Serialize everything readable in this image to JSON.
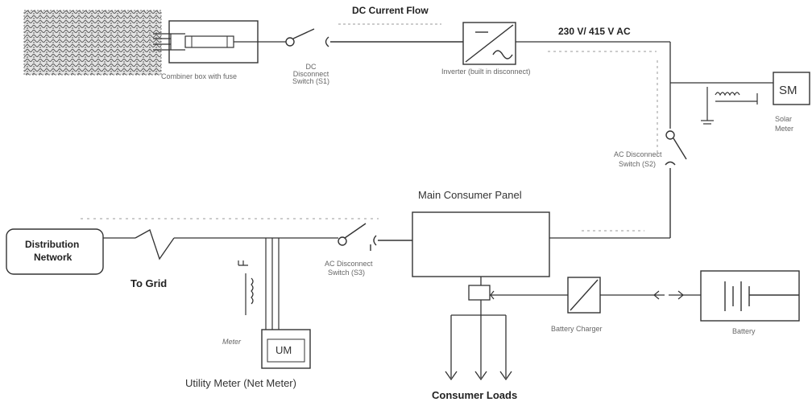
{
  "labels": {
    "dc_flow": "DC Current Flow",
    "ac_voltage": "230 V/ 415 V AC",
    "combiner_box": "Combiner box with fuse",
    "dc_disconnect": "DC Disconnect Switch (S1)",
    "inverter": "Inverter (built in disconnect)",
    "solar_meter_line1": "Solar",
    "solar_meter_line2": "Meter",
    "sm_code": "SM",
    "ac_disconnect_s2_line1": "AC Disconnect",
    "ac_disconnect_s2_line2": "Switch (S2)",
    "main_panel": "Main Consumer Panel",
    "distribution_line1": "Distribution",
    "distribution_line2": "Network",
    "to_grid": "To Grid",
    "ac_disconnect_s3_line1": "AC Disconnect",
    "ac_disconnect_s3_line2": "Switch (S3)",
    "meter_small": "Meter",
    "um_code": "UM",
    "utility_meter": "Utility Meter (Net Meter)",
    "battery_charger": "Battery Charger",
    "battery": "Battery",
    "consumer_loads": "Consumer Loads"
  },
  "colors": {
    "line": "#333333",
    "faint_dash": "#999999",
    "panel_texture": "#555555"
  }
}
